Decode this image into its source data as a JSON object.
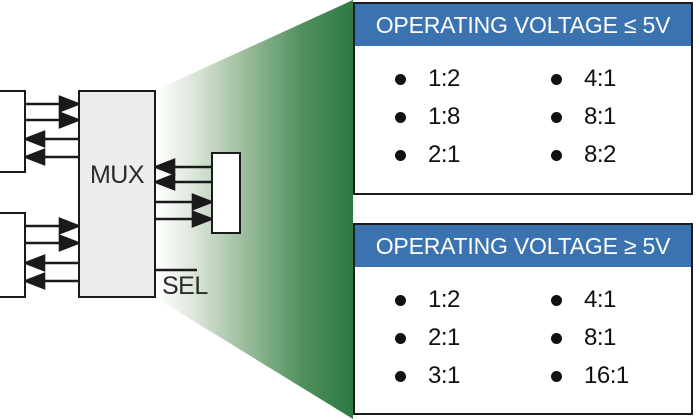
{
  "diagram": {
    "mux_label": "MUX",
    "sel_label": "SEL",
    "blocks": [
      {
        "name": "left-block-top",
        "label": ""
      },
      {
        "name": "left-block-bottom",
        "label": ""
      },
      {
        "name": "right-block",
        "label": ""
      }
    ],
    "colors": {
      "fan_green_dark": "#2d7a43",
      "fan_green_light": "#ffffff",
      "mux_fill": "#ececec",
      "line": "#1a1a1a"
    }
  },
  "panels": [
    {
      "id": "panel-1",
      "header": "OPERATING VOLTAGE ≤ 5V",
      "header_color": "#3b73b0",
      "columns": [
        {
          "items": [
            "1:2",
            "1:8",
            "2:1"
          ]
        },
        {
          "items": [
            "4:1",
            "8:1",
            "8:2"
          ]
        }
      ]
    },
    {
      "id": "panel-2",
      "header": "OPERATING VOLTAGE ≥ 5V",
      "header_color": "#3b73b0",
      "columns": [
        {
          "items": [
            "1:2",
            "2:1",
            "3:1"
          ]
        },
        {
          "items": [
            "4:1",
            "8:1",
            "16:1"
          ]
        }
      ]
    }
  ]
}
